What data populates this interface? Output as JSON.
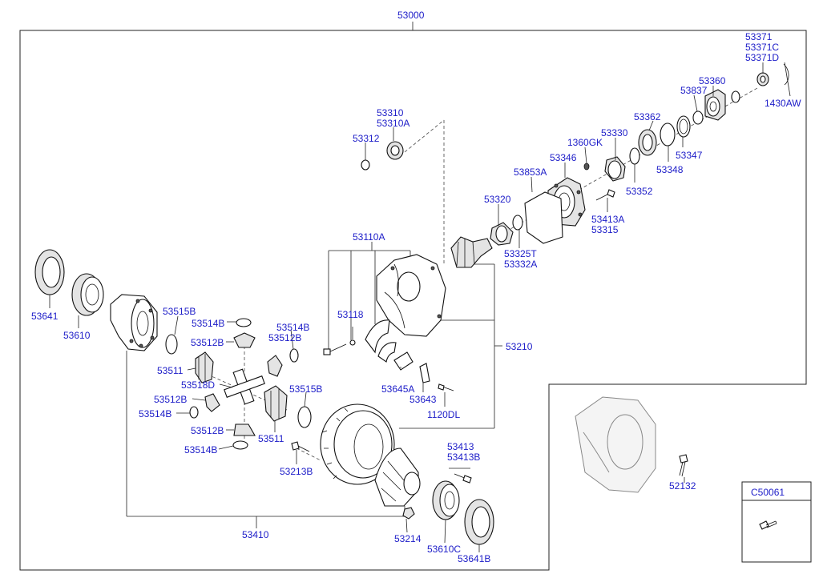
{
  "assembly": {
    "number": "53000"
  },
  "parts": {
    "p53371": "53371",
    "p53371C": "53371C",
    "p53371D": "53371D",
    "p1430AW": "1430AW",
    "p53360": "53360",
    "p53837": "53837",
    "p53362": "53362",
    "p53347": "53347",
    "p53348": "53348",
    "p53330": "53330",
    "p1360GK": "1360GK",
    "p53346": "53346",
    "p53352": "53352",
    "p53853A": "53853A",
    "p53413A": "53413A",
    "p53315": "53315",
    "p53320": "53320",
    "p53325T": "53325T",
    "p53332A": "53332A",
    "p53310": "53310",
    "p53310A": "53310A",
    "p53312": "53312",
    "p53110A": "53110A",
    "p53118": "53118",
    "p53210": "53210",
    "p53645A": "53645A",
    "p53643": "53643",
    "p1120DL": "1120DL",
    "p53641": "53641",
    "p53610": "53610",
    "p53515B_a": "53515B",
    "p53514B_a": "53514B",
    "p53514B_b": "53514B",
    "p53512B_a": "53512B",
    "p53512B_b": "53512B",
    "p53511_a": "53511",
    "p53518D": "53518D",
    "p53512B_c": "53512B",
    "p53514B_c": "53514B",
    "p53515B_b": "53515B",
    "p53512B_d": "53512B",
    "p53511_b": "53511",
    "p53514B_d": "53514B",
    "p53213B": "53213B",
    "p53413": "53413",
    "p53413B": "53413B",
    "p52132": "52132",
    "p53410": "53410",
    "p53214": "53214",
    "p53610C": "53610C",
    "p53641B": "53641B"
  },
  "inset": {
    "code": "C50061"
  }
}
